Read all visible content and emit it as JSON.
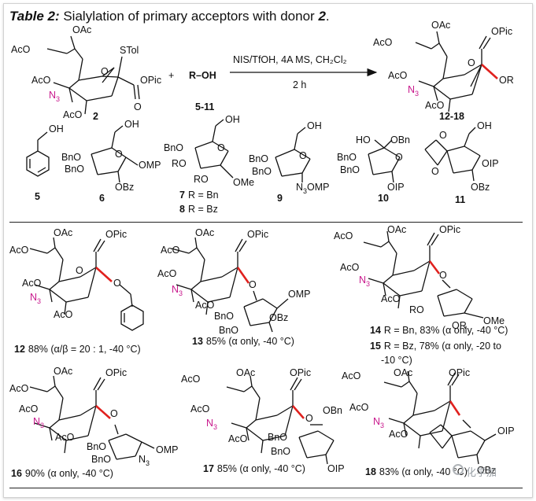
{
  "title": {
    "label": "Table 2:",
    "text": "Sialylation of primary acceptors with donor ",
    "donor": "2",
    "end": "."
  },
  "scheme": {
    "donor_labels": [
      "AcO",
      "OAc",
      "STol",
      "AcO",
      "N",
      "3",
      "AcO",
      "OPic",
      "O"
    ],
    "donor_number": "2",
    "plus": "+",
    "acceptor": "R–OH",
    "acceptor_range": "5-11",
    "conditions_top": "NIS/TfOH, 4A MS, CH₂Cl₂",
    "conditions_bottom": "2 h",
    "product_labels": [
      "AcO",
      "OAc",
      "OPic",
      "AcO",
      "N",
      "3",
      "AcO",
      "OR",
      "O"
    ],
    "product_range": "12-18"
  },
  "acceptors": [
    {
      "number": "5",
      "labels": [
        "OH"
      ]
    },
    {
      "number": "6",
      "labels": [
        "OH",
        "BnO",
        "BnO",
        "OMP",
        "OBz"
      ]
    },
    {
      "number": "7",
      "r": "R = Bn",
      "labels": [
        "OH",
        "BnO",
        "RO",
        "RO",
        "OMe"
      ]
    },
    {
      "number": "8",
      "r": "R = Bz"
    },
    {
      "number": "9",
      "labels": [
        "OH",
        "BnO",
        "BnO",
        "N",
        "3",
        "OMP"
      ]
    },
    {
      "number": "10",
      "labels": [
        "HO",
        "OBn",
        "BnO",
        "BnO",
        "OIP"
      ]
    },
    {
      "number": "11",
      "labels": [
        "OH",
        "O",
        "O",
        "OIP",
        "OBz"
      ]
    }
  ],
  "products": [
    {
      "number": "12",
      "caption": "88% (α/β = 20 : 1, -40 °C)"
    },
    {
      "number": "13",
      "caption": "85% (α only, -40 °C)",
      "labels": [
        "OMP",
        "BnO",
        "BnO",
        "OBz"
      ]
    },
    {
      "number": "14",
      "caption": "R = Bn, 83% (α only, -40 °C)",
      "labels": [
        "RO",
        "OR",
        "OMe"
      ]
    },
    {
      "number": "15",
      "caption": "R = Bz, 78% (α only, -20 to",
      "caption2": "-10 °C)"
    },
    {
      "number": "16",
      "caption": "90% (α only, -40 °C)",
      "labels": [
        "BnO",
        "BnO",
        "N",
        "3",
        "OMP"
      ]
    },
    {
      "number": "17",
      "caption": "85% (α only, -40 °C)",
      "labels": [
        "OBn",
        "BnO",
        "BnO",
        "OIP"
      ]
    },
    {
      "number": "18",
      "caption": "83% (α only, -40 °C)",
      "labels": [
        "OIP",
        "OBz"
      ]
    }
  ],
  "common": {
    "AcO": "AcO",
    "OAc": "OAc",
    "OPic": "OPic",
    "N": "N",
    "sub3": "3",
    "O": "O"
  },
  "watermark": "化学加",
  "colors": {
    "azide": "#c8188c",
    "new_bond": "#e0211e"
  }
}
